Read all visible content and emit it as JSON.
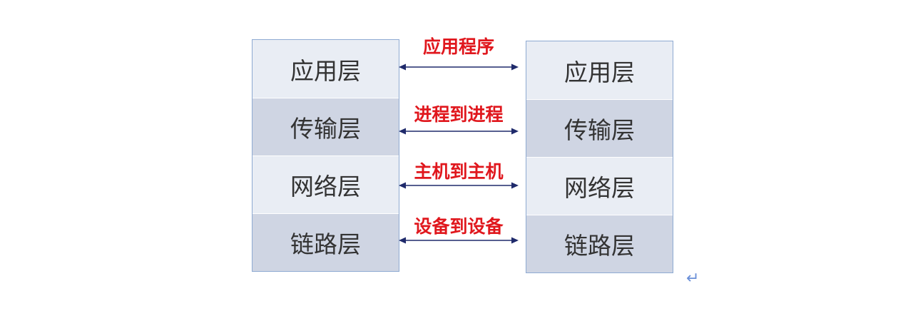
{
  "left_stack": {
    "layers": [
      "应用层",
      "传输层",
      "网络层",
      "链路层"
    ]
  },
  "right_stack": {
    "layers": [
      "应用层",
      "传输层",
      "网络层",
      "链路层"
    ]
  },
  "connections": [
    {
      "label": "应用程序"
    },
    {
      "label": "进程到进程"
    },
    {
      "label": "主机到主机"
    },
    {
      "label": "设备到设备"
    }
  ],
  "colors": {
    "layer_light": "#e9edf4",
    "layer_dark": "#cfd5e3",
    "border": "#8eaad2",
    "label_red": "#e0171d",
    "arrow_navy": "#1f2a6b"
  },
  "icons": {
    "paragraph_mark": "↵"
  }
}
